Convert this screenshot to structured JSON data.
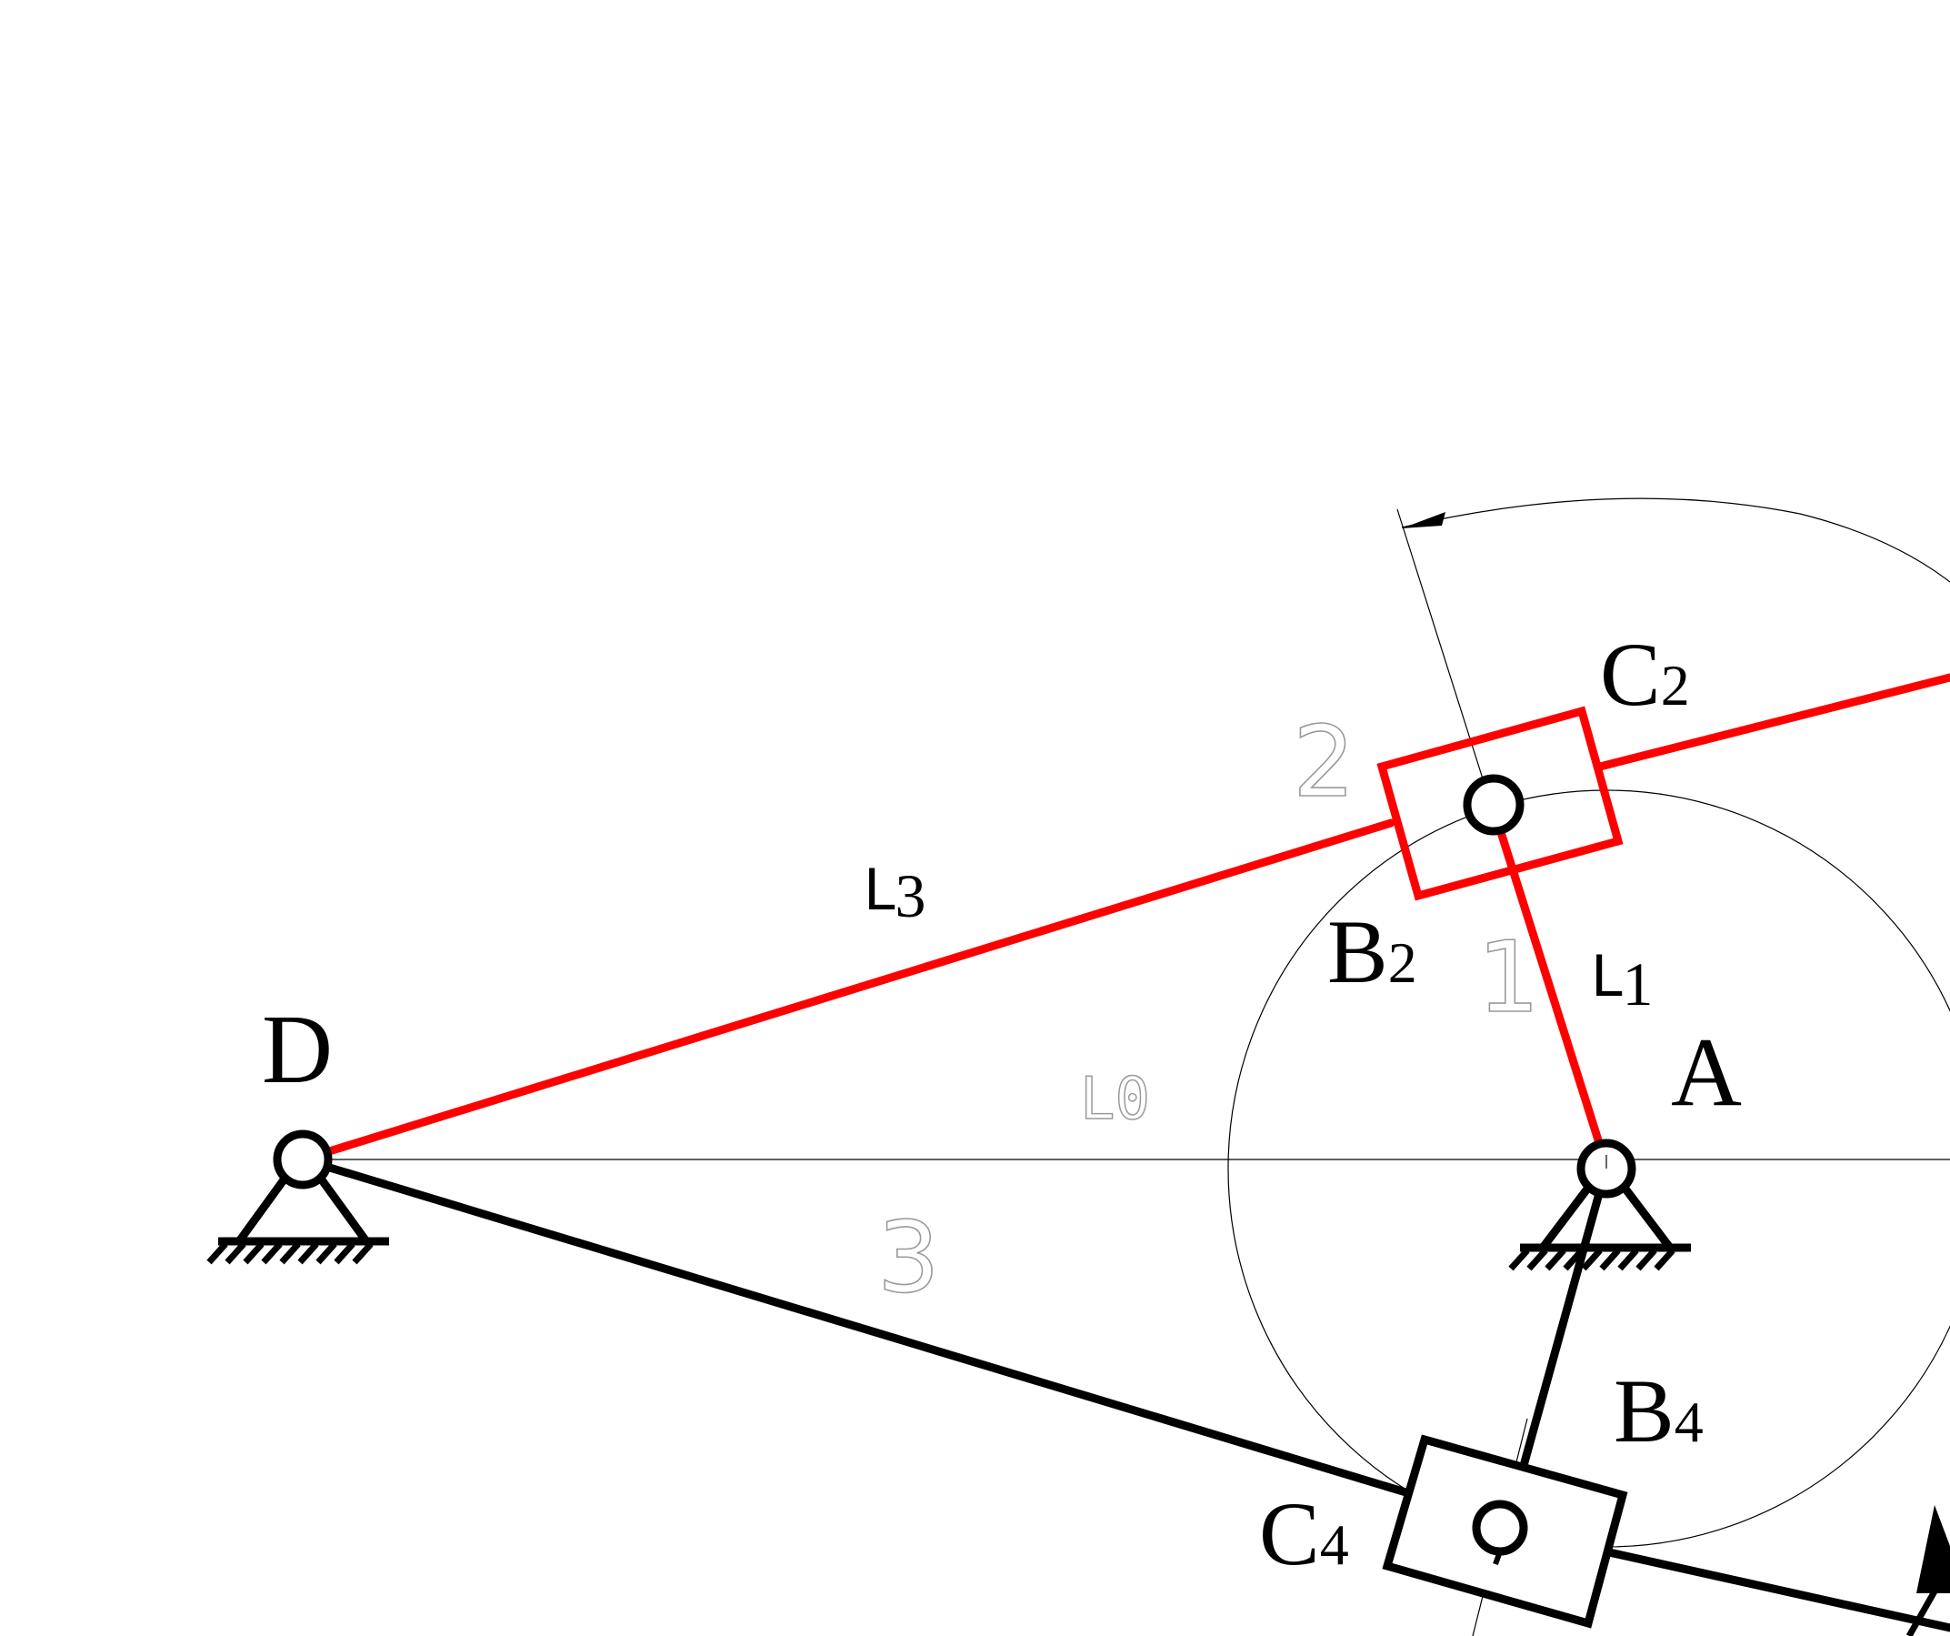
{
  "labels": {
    "D": "D",
    "A": "A",
    "B2": "B",
    "B2_sub": "2",
    "C2": "C",
    "C2_sub": "2",
    "B4": "B",
    "B4_sub": "4",
    "C4": "C",
    "C4_sub": "4",
    "L3_letter": "L",
    "L3_sub": "3",
    "L1_letter": "L",
    "L1_sub": "1",
    "L0_letter": "L",
    "L0_sub": "0",
    "link1": "1",
    "link2": "2",
    "link3": "3"
  },
  "colors": {
    "highlight": "#ff0000",
    "primary": "#000000",
    "construction": "#000000",
    "cad_text": "#9a9a9a"
  }
}
